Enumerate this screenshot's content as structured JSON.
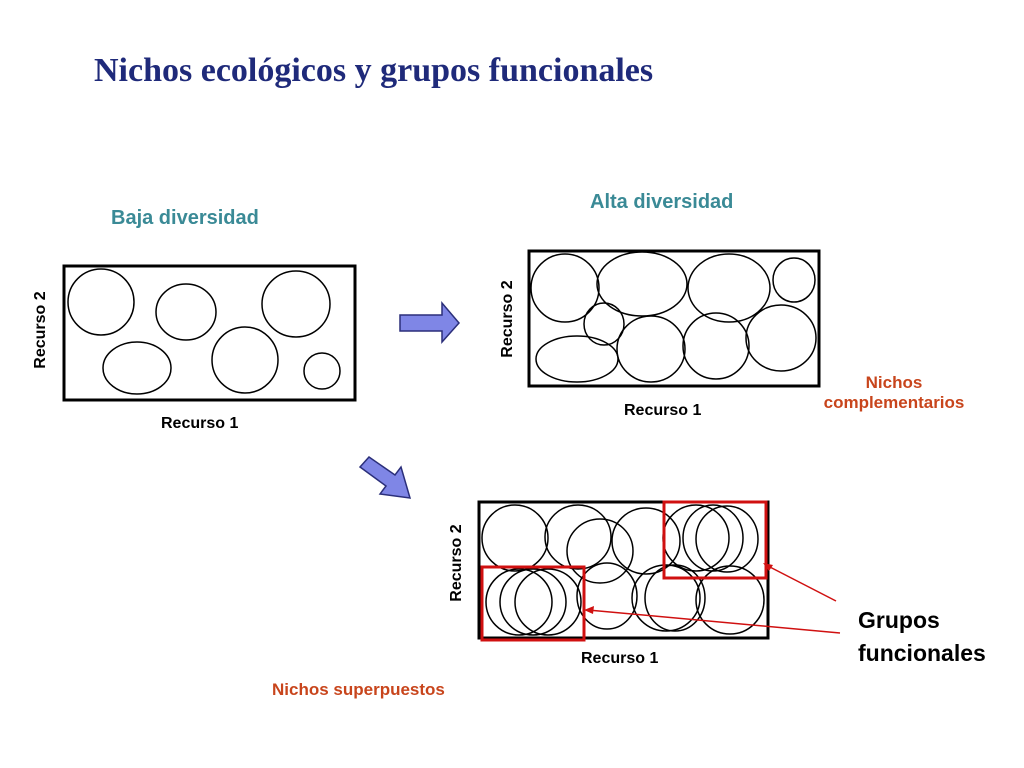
{
  "title": "Nichos ecológicos y grupos funcionales",
  "low": {
    "label": "Baja diversidad",
    "x_axis": "Recurso 1",
    "y_axis": "Recurso 2"
  },
  "high": {
    "label": "Alta diversidad",
    "x_axis": "Recurso 1",
    "y_axis": "Recurso  2",
    "note_line1": "Nichos",
    "note_line2": "complementarios"
  },
  "overlap": {
    "label": "Nichos superpuestos",
    "x_axis": "Recurso 1",
    "y_axis": "Recurso 2"
  },
  "groups": {
    "line1": "Grupos",
    "line2": "funcionales"
  },
  "colors": {
    "title": "#1f2a7a",
    "teal": "#3a8a96",
    "orange": "#c8451c",
    "red_box": "#d01010",
    "arrow_fill": "#7f86e6"
  }
}
